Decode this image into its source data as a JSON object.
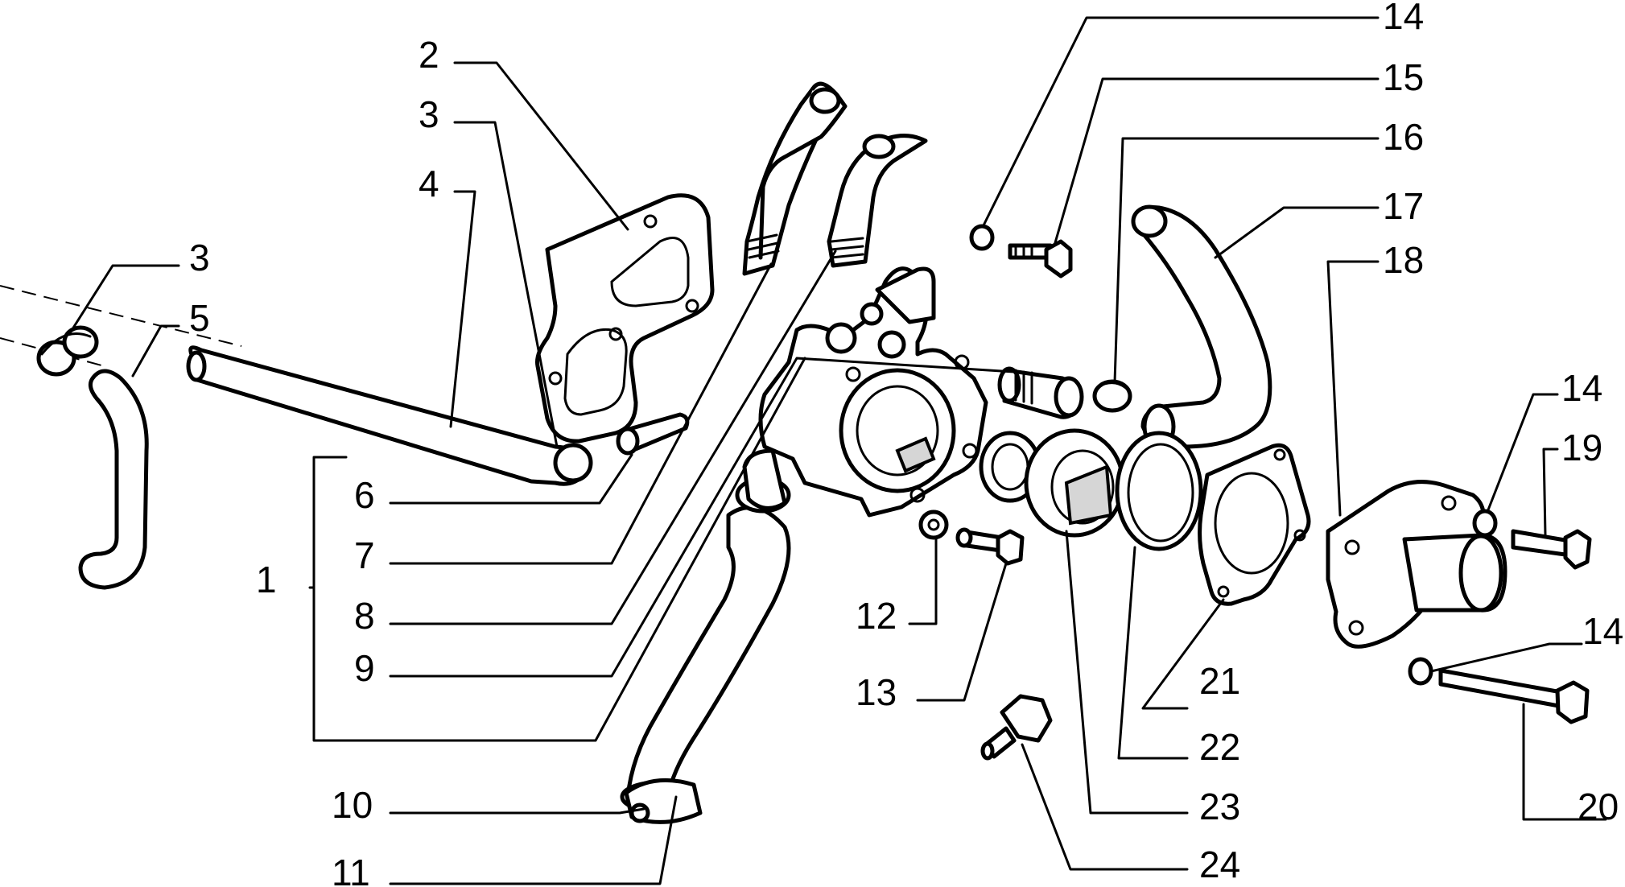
{
  "labels": [
    {
      "id": "l2",
      "text": "2"
    },
    {
      "id": "l3a",
      "text": "3"
    },
    {
      "id": "l4",
      "text": "4"
    },
    {
      "id": "l3b",
      "text": "3"
    },
    {
      "id": "l5",
      "text": "5"
    },
    {
      "id": "l6",
      "text": "6"
    },
    {
      "id": "l1",
      "text": "1"
    },
    {
      "id": "l7",
      "text": "7"
    },
    {
      "id": "l8",
      "text": "8"
    },
    {
      "id": "l9",
      "text": "9"
    },
    {
      "id": "l10",
      "text": "10"
    },
    {
      "id": "l11",
      "text": "11"
    },
    {
      "id": "l12",
      "text": "12"
    },
    {
      "id": "l13",
      "text": "13"
    },
    {
      "id": "l14a",
      "text": "14"
    },
    {
      "id": "l15",
      "text": "15"
    },
    {
      "id": "l16",
      "text": "16"
    },
    {
      "id": "l17",
      "text": "17"
    },
    {
      "id": "l18",
      "text": "18"
    },
    {
      "id": "l14b",
      "text": "14"
    },
    {
      "id": "l19",
      "text": "19"
    },
    {
      "id": "l14c",
      "text": "14"
    },
    {
      "id": "l20",
      "text": "20"
    },
    {
      "id": "l21",
      "text": "21"
    },
    {
      "id": "l22",
      "text": "22"
    },
    {
      "id": "l23",
      "text": "23"
    },
    {
      "id": "l24",
      "text": "24"
    }
  ],
  "colors": {
    "ink": "#000000",
    "paper": "#ffffff",
    "shade": "#d6d6d6"
  }
}
